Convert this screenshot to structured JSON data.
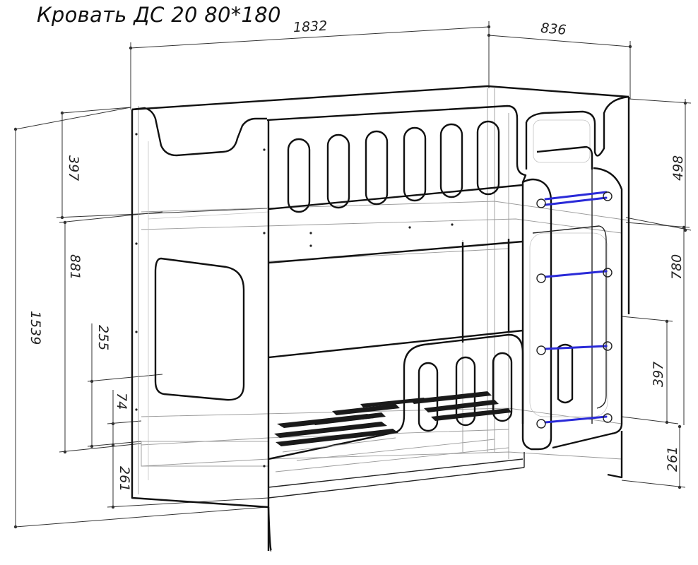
{
  "title": "Кровать ДС 20 80*180",
  "dimensions": {
    "length": "1832",
    "depth": "836",
    "total_height": "1539",
    "top_rail_height": "397",
    "tier_spacing": "881",
    "lower_rail_height": "255",
    "lower_bed_offset": "74",
    "leg_height_left": "261",
    "right_top_height": "498",
    "right_mid_height": "780",
    "right_lower_rail": "397",
    "leg_height_right": "261"
  },
  "colors": {
    "outline": "#111111",
    "ghost": "#9a9a9a",
    "ladder_rungs": "#2a2ad8"
  }
}
